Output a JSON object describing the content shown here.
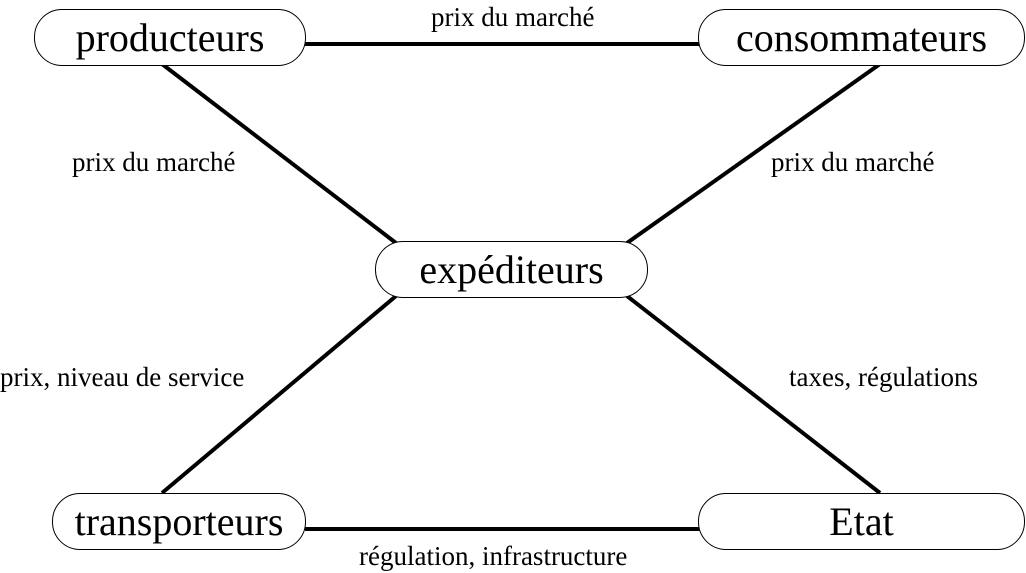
{
  "diagram": {
    "nodes": {
      "producteurs": "producteurs",
      "consommateurs": "consommateurs",
      "expediteurs": "expéditeurs",
      "transporteurs": "transporteurs",
      "etat": "Etat"
    },
    "edge_labels": {
      "producteurs_consommateurs": "prix du marché",
      "producteurs_expediteurs": "prix du marché",
      "consommateurs_expediteurs": "prix du marché",
      "transporteurs_expediteurs": "prix, niveau de service",
      "etat_expediteurs": "taxes, régulations",
      "transporteurs_etat": "régulation, infrastructure"
    },
    "colors": {
      "line": "#000000",
      "node_border": "#000000",
      "background": "#ffffff"
    }
  }
}
